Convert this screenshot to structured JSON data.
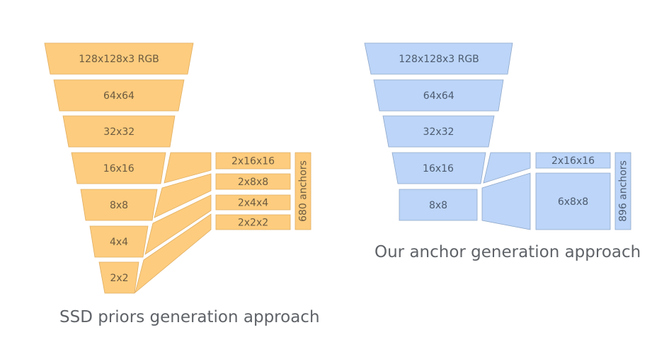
{
  "left": {
    "caption": "SSD priors generation approach",
    "color": "#fdcc7e",
    "layers": [
      "128x128x3 RGB",
      "64x64",
      "32x32",
      "16x16",
      "8x8",
      "4x4",
      "2x2"
    ],
    "outputs": [
      "2x16x16",
      "2x8x8",
      "2x4x4",
      "2x2x2"
    ],
    "total": "680 anchors"
  },
  "right": {
    "caption": "Our anchor generation approach",
    "color": "#bcd5f8",
    "layers": [
      "128x128x3 RGB",
      "64x64",
      "32x32",
      "16x16",
      "8x8"
    ],
    "outputs": [
      "2x16x16",
      "6x8x8"
    ],
    "total": "896 anchors"
  }
}
